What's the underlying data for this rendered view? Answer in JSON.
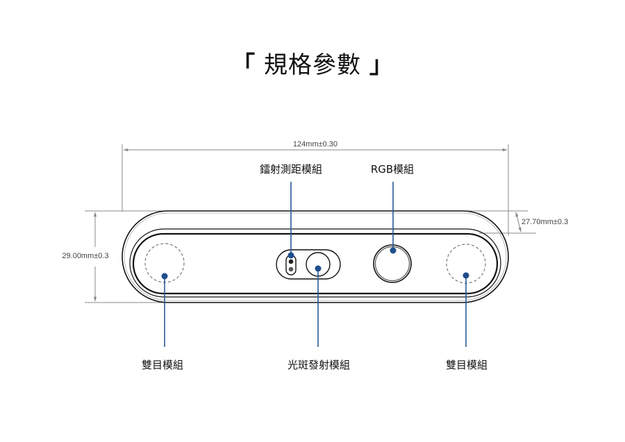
{
  "title": {
    "open_bracket": "「",
    "text": "規格參數",
    "close_bracket": "」"
  },
  "dimensions": {
    "width": "124mm±0.30",
    "height": "29.00mm±0.3",
    "inner_height": "27.70mm±0.3"
  },
  "labels": {
    "laser_ranging": "鐳射測距模組",
    "rgb": "RGB模組",
    "stereo_left": "雙目模組",
    "speckle_emitter": "光斑發射模組",
    "stereo_right": "雙目模組"
  },
  "colors": {
    "marker": "#1f4e8c",
    "outline": "#111111",
    "dim_line": "#888888",
    "dashed": "#777777"
  }
}
